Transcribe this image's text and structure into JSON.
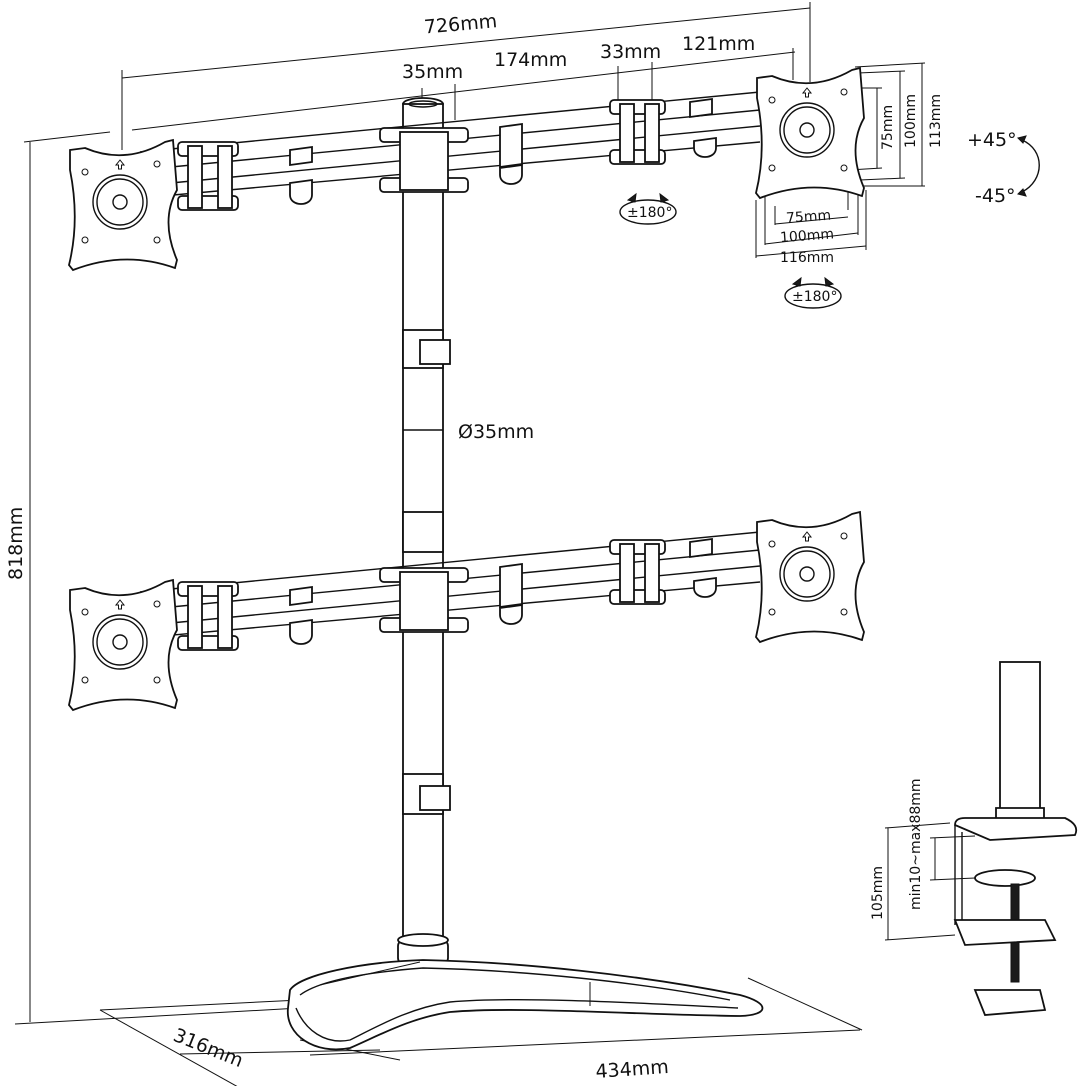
{
  "diagram": {
    "subject": "Quad monitor desk stand with freestanding base and optional desk clamp",
    "colors": {
      "line": "#111111",
      "background": "#ffffff",
      "dark_part": "#1a1a1a"
    },
    "dimensions": {
      "overall_width": "726mm",
      "pole_to_arm_offset": "35mm",
      "arm_segment_1": "174mm",
      "joint_width": "33mm",
      "arm_segment_2": "121mm",
      "overall_height": "818mm",
      "pole_diameter": "Ø35mm",
      "base_depth": "316mm",
      "base_width": "434mm"
    },
    "vesa": {
      "vertical_small": "75mm",
      "vertical_large": "100mm",
      "plate_height": "113mm",
      "horizontal_small": "75mm",
      "horizontal_large": "100mm",
      "plate_width": "116mm"
    },
    "rotation": {
      "tilt_up": "+45°",
      "tilt_down": "-45°",
      "swivel_arm": "±180°",
      "swivel_plate": "±180°"
    },
    "clamp": {
      "clamp_height": "105mm",
      "desk_thickness_range": "min10~max88mm"
    },
    "icons": [
      "up-arrow-icon",
      "rotation-arrow-icon",
      "tilt-arrow-icon"
    ]
  }
}
